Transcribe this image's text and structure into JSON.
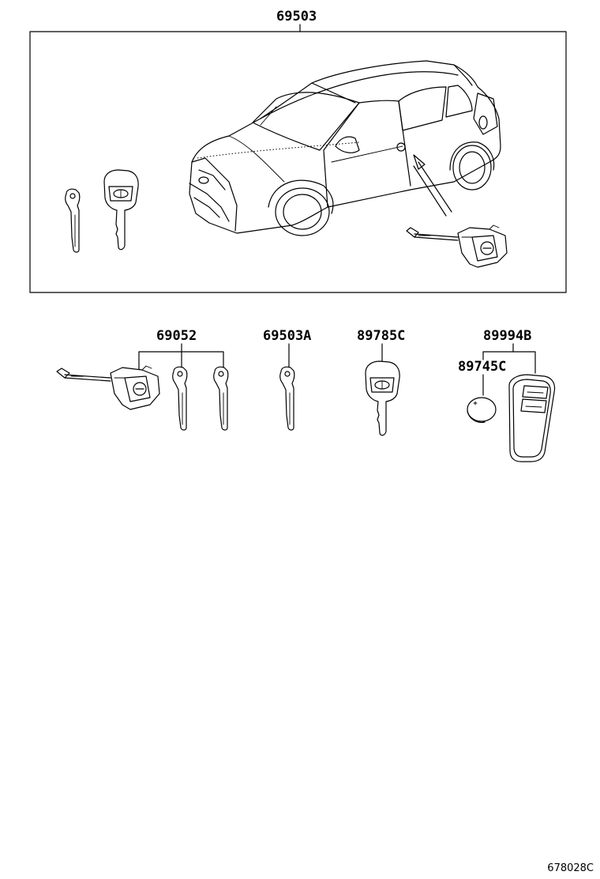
{
  "labels": {
    "assembly": "69503",
    "lock_set": "69052",
    "blank_key": "69503A",
    "transponder_key": "89785C",
    "smart_key": "89994B",
    "battery": "89745C"
  },
  "footer": {
    "code": "678028C"
  }
}
